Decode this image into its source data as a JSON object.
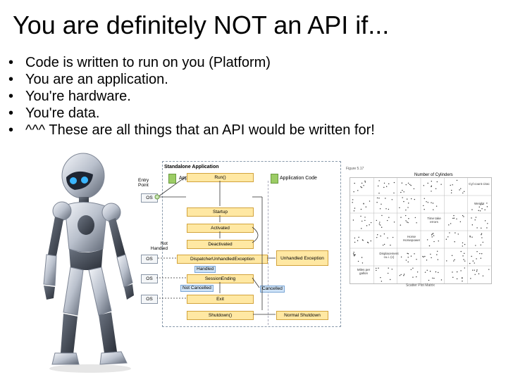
{
  "slide": {
    "title": "You are definitely NOT an API if...",
    "bullet_glyph": "•",
    "bullets": [
      "Code is written to run on you (Platform)",
      "You are an application.",
      "You're hardware.",
      "You're data.",
      "^^^ These are all things that an API would be written for!"
    ]
  },
  "robot_image": {
    "icon": "humanoid-robot-illustration"
  },
  "diagram": {
    "title": "Standalone Application",
    "col_app_object": "Application Object",
    "col_app_code": "Application Code",
    "entry_point": "Entry Point",
    "not_handled": "Not Handled",
    "os": "OS",
    "steps": [
      "Run()",
      "Startup",
      "Activated",
      "Deactivated",
      "DispatcherUnhandledException",
      "SessionEnding",
      "Exit",
      "Shutdown()"
    ],
    "unhandled_exception": "Unhandled Exception",
    "handled": "Handled",
    "not_cancelled": "Not Cancelled",
    "cancelled": "Cancelled",
    "normal_shutdown": "Normal Shutdown"
  },
  "figure": {
    "caption": "Figure 5.17",
    "title": "Number of Cylinders",
    "bottom_caption": "Scatter Plot Matrix",
    "cell_labels": [
      "Cyl count cirac",
      "Weight",
      "Time take errors",
      "Horse Horsepower",
      "Displacement cu.i. (c)",
      "Miles per gallon"
    ]
  }
}
